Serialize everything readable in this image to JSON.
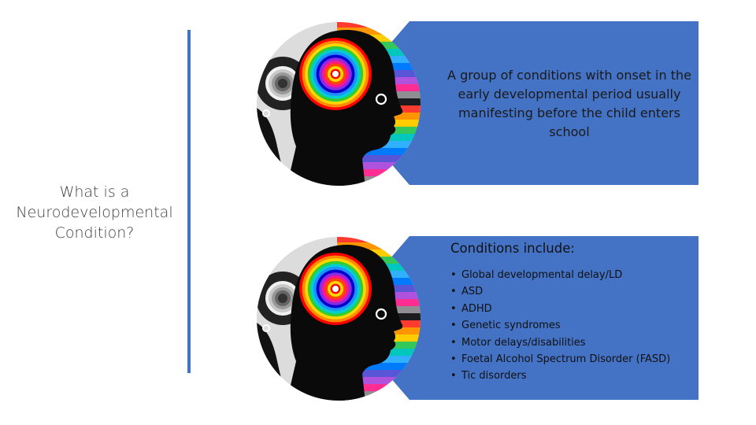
{
  "slide": {
    "left_title": "What is a Neurodevelopmental Condition?",
    "accent_color": "#4472c4"
  },
  "top_panel": {
    "image_icon": "head-silhouette-rainbow-brain-icon",
    "text": "A group of conditions with onset in the early developmental period usually manifesting before the child enters school"
  },
  "bottom_panel": {
    "image_icon": "head-silhouette-rainbow-brain-icon",
    "heading": "Conditions include:",
    "items": [
      "Global developmental delay/LD",
      "ASD",
      "ADHD",
      "Genetic syndromes",
      "Motor delays/disabilities",
      "Foetal Alcohol Spectrum Disorder (FASD)",
      "Tic disorders"
    ]
  }
}
